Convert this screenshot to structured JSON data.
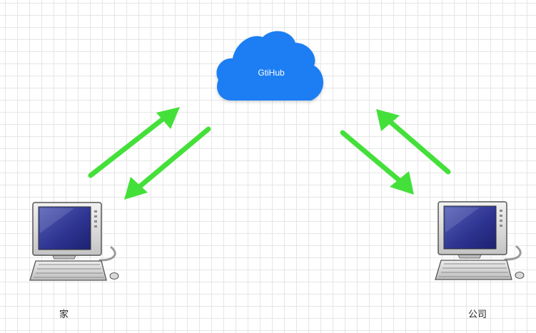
{
  "diagram": {
    "cloud": {
      "label": "GtiHub",
      "fill": "#1c7ef2",
      "text_color": "#ffffff"
    },
    "nodes": [
      {
        "id": "home",
        "label": "家",
        "icon": "desktop-computer-icon"
      },
      {
        "id": "office",
        "label": "公司",
        "icon": "desktop-computer-icon"
      }
    ],
    "edges": [
      {
        "from": "home",
        "to": "cloud"
      },
      {
        "from": "cloud",
        "to": "home"
      },
      {
        "from": "cloud",
        "to": "office"
      },
      {
        "from": "office",
        "to": "cloud"
      }
    ],
    "arrow_color": "#44e03a",
    "grid_color": "#e6e6e6"
  }
}
